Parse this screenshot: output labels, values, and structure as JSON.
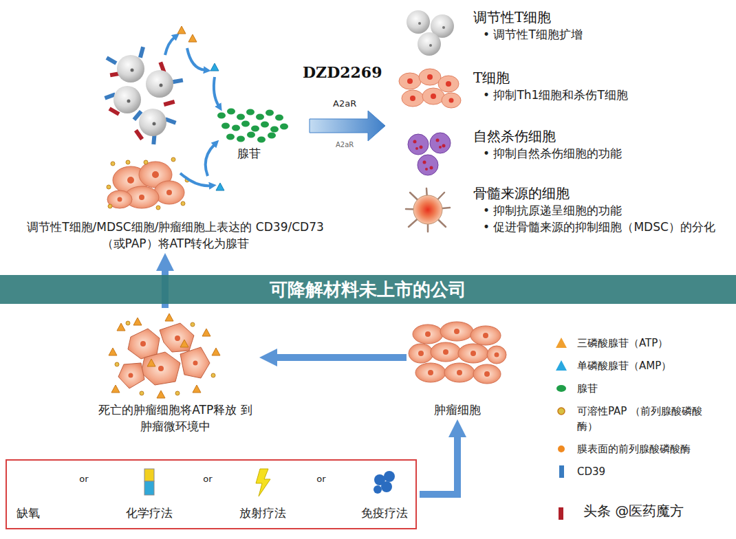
{
  "diagram": {
    "nodes": [
      {
        "text": [
          "调节性T细胞/MDSC细胞/肿瘤细胞上表达的 CD39/CD73（或PAP）将ATP转化为腺苷"
        ]
      },
      {
        "text": [
          "调节性T细胞",
          "• 调节性T细胞扩增"
        ]
      },
      {
        "text": [
          "T细胞",
          "• 抑制Th1细胞和杀伤T细胞"
        ]
      },
      {
        "text": [
          "自然杀伤细胞",
          "• 抑制自然杀伤细胞的功能"
        ]
      },
      {
        "text": [
          "骨髓来源的细胞",
          "• 抑制抗原递呈细胞的功能",
          "• 促进骨髓来源的抑制细胞（MDSC）的分化"
        ]
      },
      {
        "text": [
          "可降解材料未上市的公司"
        ]
      },
      {
        "text": [
          "死亡的肿瘤细胞将ATP释放 到肿瘤微环境中"
        ]
      },
      {
        "text": [
          "肿瘤细胞"
        ]
      },
      {
        "text": [
          "缺氧",
          "or",
          "化学疗法",
          "or",
          "放射疗法",
          "or",
          "免疫疗法"
        ]
      }
    ],
    "edges": [
      {
        "from": 6,
        "to": 0,
        "arrow": "to"
      },
      {
        "from": 7,
        "to": 6,
        "arrow": "to"
      },
      {
        "from": 8,
        "to": 7,
        "arrow": "to"
      }
    ],
    "labels": [
      "腺苷",
      "DZD2269",
      "A2aR",
      "A2aR",
      "头条 @医药魔方"
    ],
    "legend": [
      {
        "text": "三磷酸腺苷（ATP）",
        "color": "#f0a030"
      },
      {
        "text": "单磷酸腺苷（AMP）",
        "color": "#29a8e0"
      },
      {
        "text": "腺苷",
        "color": "#1f9e48"
      },
      {
        "text": "可溶性PAP （前列腺酸磷酸酶）",
        "color": "#d8c040"
      },
      {
        "text": "膜表面的前列腺酸磷酸酶",
        "color": "#f08a20"
      },
      {
        "text": "CD39",
        "color": "#3a7cc0"
      }
    ]
  }
}
